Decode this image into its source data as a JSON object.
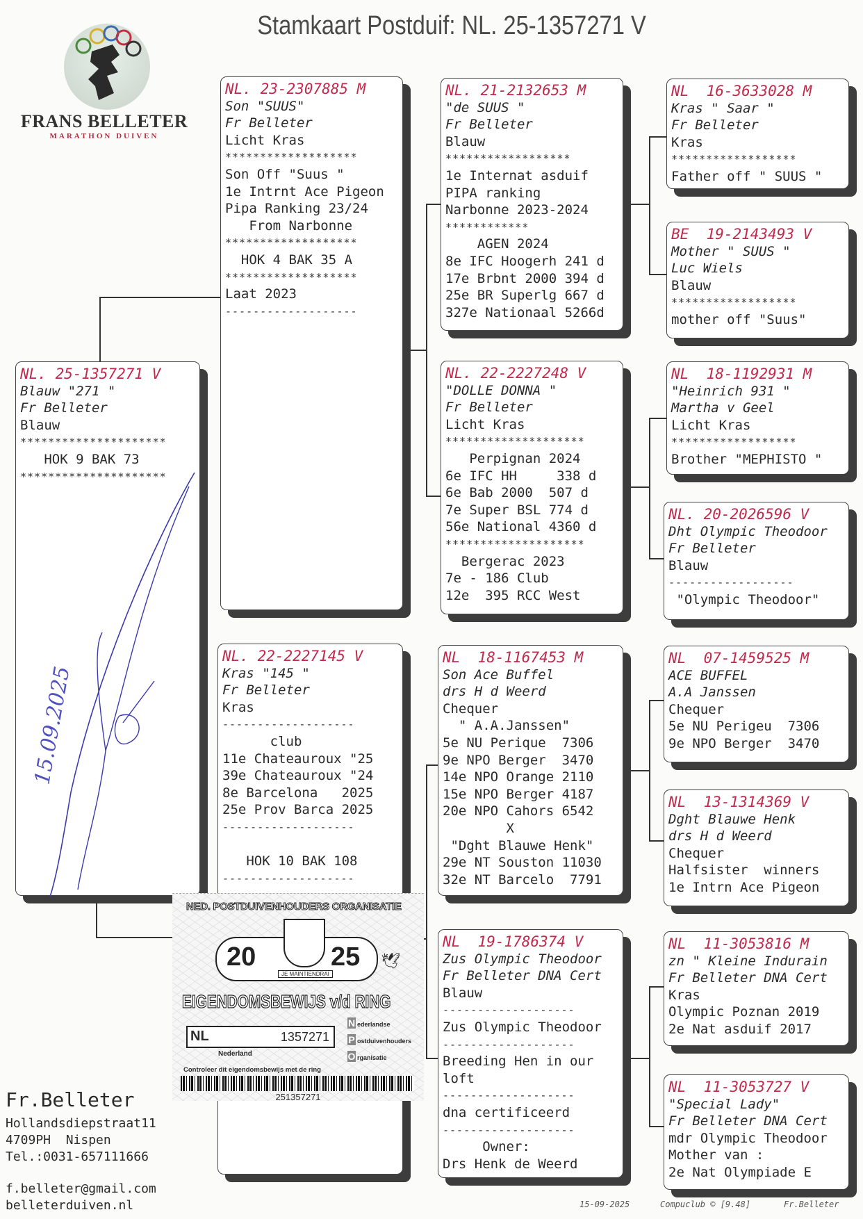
{
  "title": "Stamkaart Postduif: NL. 25-1357271 V",
  "logo": {
    "brand": "FRANS BELLETER",
    "sub": "MARATHON DUIVEN"
  },
  "cards": [
    {
      "role": "subject",
      "lines": [
        [
          "id",
          "NL. 25-1357271 V"
        ],
        [
          "it",
          "Blauw \"271 \""
        ],
        [
          "it",
          "Fr Belleter"
        ],
        [
          "n",
          "Blauw"
        ],
        [
          "sep",
          "*********************"
        ],
        [
          "n",
          "   HOK 9 BAK 73"
        ],
        [
          "sep",
          "*********************"
        ]
      ]
    },
    {
      "role": "sire",
      "lines": [
        [
          "id",
          "NL. 23-2307885 M"
        ],
        [
          "it",
          "Son \"SUUS\""
        ],
        [
          "it",
          "Fr Belleter"
        ],
        [
          "n",
          "Licht Kras"
        ],
        [
          "sep",
          "*******************"
        ],
        [
          "n",
          "Son Off \"Suus \""
        ],
        [
          "n",
          "1e Intrnt Ace Pigeon"
        ],
        [
          "n",
          "Pipa Ranking 23/24"
        ],
        [
          "n",
          "   From Narbonne"
        ],
        [
          "sep",
          "*******************"
        ],
        [
          "n",
          "  HOK 4 BAK 35 A"
        ],
        [
          "sep",
          "*******************"
        ],
        [
          "n",
          "Laat 2023"
        ],
        [
          "sep",
          "-------------------"
        ]
      ]
    },
    {
      "role": "dam",
      "lines": [
        [
          "id",
          "NL. 22-2227145 V"
        ],
        [
          "it",
          "Kras \"145 \""
        ],
        [
          "it",
          "Fr Belleter"
        ],
        [
          "n",
          "Kras"
        ],
        [
          "sep",
          "-------------------"
        ],
        [
          "n",
          "      club"
        ],
        [
          "n",
          "11e Chateauroux \"25"
        ],
        [
          "n",
          "39e Chateauroux \"24"
        ],
        [
          "n",
          "8e Barcelona   2025"
        ],
        [
          "n",
          "25e Prov Barca 2025"
        ],
        [
          "sep",
          "-------------------"
        ],
        [
          "n",
          ""
        ],
        [
          "n",
          "   HOK 10 BAK 108"
        ],
        [
          "sep",
          "-------------------"
        ]
      ]
    },
    {
      "role": "sire-sire",
      "lines": [
        [
          "id",
          "NL. 21-2132653 M"
        ],
        [
          "it",
          "\"de SUUS \""
        ],
        [
          "it",
          "Fr Belleter"
        ],
        [
          "n",
          "Blauw"
        ],
        [
          "sep",
          "******************"
        ],
        [
          "n",
          "1e Internat asduif"
        ],
        [
          "n",
          "PIPA ranking"
        ],
        [
          "n",
          "Narbonne 2023-2024"
        ],
        [
          "sep",
          "************"
        ],
        [
          "n",
          "    AGEN 2024"
        ],
        [
          "n",
          "8e IFC Hoogerh 241 d"
        ],
        [
          "n",
          "17e Brbnt 2000 394 d"
        ],
        [
          "n",
          "25e BR Superlg 667 d"
        ],
        [
          "n",
          "327e Nationaal 5266d"
        ]
      ]
    },
    {
      "role": "sire-dam",
      "lines": [
        [
          "id",
          "NL. 22-2227248 V"
        ],
        [
          "it",
          "\"DOLLE DONNA \""
        ],
        [
          "it",
          "Fr Belleter"
        ],
        [
          "n",
          "Licht Kras"
        ],
        [
          "sep",
          "********************"
        ],
        [
          "n",
          "   Perpignan 2024"
        ],
        [
          "n",
          "6e IFC HH     338 d"
        ],
        [
          "n",
          "6e Bab 2000  507 d"
        ],
        [
          "n",
          "7e Super BSL 774 d"
        ],
        [
          "n",
          "56e National 4360 d"
        ],
        [
          "sep",
          "********************"
        ],
        [
          "n",
          "  Bergerac 2023"
        ],
        [
          "n",
          "7e - 186 Club"
        ],
        [
          "n",
          "12e  395 RCC West"
        ]
      ]
    },
    {
      "role": "dam-sire",
      "lines": [
        [
          "id",
          "NL  18-1167453 M"
        ],
        [
          "it",
          "Son Ace Buffel"
        ],
        [
          "it",
          "drs H d Weerd"
        ],
        [
          "n",
          "Chequer"
        ],
        [
          "n",
          "  \" A.A.Janssen\""
        ],
        [
          "n",
          "5e NU Perique  7306"
        ],
        [
          "n",
          "9e NPO Berger  3470"
        ],
        [
          "n",
          "14e NPO Orange 2110"
        ],
        [
          "n",
          "15e NPO Berger 4187"
        ],
        [
          "n",
          "20e NPO Cahors 6542"
        ],
        [
          "n",
          "        X"
        ],
        [
          "n",
          " \"Dght Blauwe Henk\""
        ],
        [
          "n",
          "29e NT Souston 11030"
        ],
        [
          "n",
          "32e NT Barcelo  7791"
        ]
      ]
    },
    {
      "role": "dam-dam",
      "lines": [
        [
          "id",
          "NL  19-1786374 V"
        ],
        [
          "it",
          "Zus Olympic Theodoor"
        ],
        [
          "it",
          "Fr Belleter DNA Cert"
        ],
        [
          "n",
          "Blauw"
        ],
        [
          "sep",
          "-------------------"
        ],
        [
          "n",
          "Zus Olympic Theodoor"
        ],
        [
          "sep",
          "-------------------"
        ],
        [
          "n",
          "Breeding Hen in our"
        ],
        [
          "n",
          "loft"
        ],
        [
          "sep",
          "-------------------"
        ],
        [
          "n",
          "dna certificeerd"
        ],
        [
          "sep",
          "-------------------"
        ],
        [
          "n",
          "     Owner:"
        ],
        [
          "n",
          "Drs Henk de Weerd"
        ]
      ]
    },
    {
      "role": "g3-1",
      "lines": [
        [
          "id",
          "NL  16-3633028 M"
        ],
        [
          "it",
          "Kras \" Saar \""
        ],
        [
          "it",
          "Fr Belleter"
        ],
        [
          "n",
          "Kras"
        ],
        [
          "sep",
          "******************"
        ],
        [
          "n",
          "Father off \" SUUS \""
        ]
      ]
    },
    {
      "role": "g3-2",
      "lines": [
        [
          "id",
          "BE  19-2143493 V"
        ],
        [
          "it",
          "Mother \" SUUS \""
        ],
        [
          "it",
          "Luc Wiels"
        ],
        [
          "n",
          "Blauw"
        ],
        [
          "sep",
          "******************"
        ],
        [
          "n",
          "mother off \"Suus\""
        ]
      ]
    },
    {
      "role": "g3-3",
      "lines": [
        [
          "id",
          "NL  18-1192931 M"
        ],
        [
          "it",
          "\"Heinrich 931 \""
        ],
        [
          "it",
          "Martha v Geel"
        ],
        [
          "n",
          "Licht Kras"
        ],
        [
          "sep",
          "******************"
        ],
        [
          "n",
          "Brother \"MEPHISTO \""
        ]
      ]
    },
    {
      "role": "g3-4",
      "lines": [
        [
          "id",
          "NL. 20-2026596 V"
        ],
        [
          "it",
          "Dht Olympic Theodoor"
        ],
        [
          "it",
          "Fr Belleter"
        ],
        [
          "n",
          "Blauw"
        ],
        [
          "sep",
          "------------------"
        ],
        [
          "n",
          " \"Olympic Theodoor\""
        ]
      ]
    },
    {
      "role": "g3-5",
      "lines": [
        [
          "id",
          "NL  07-1459525 M"
        ],
        [
          "it",
          "ACE BUFFEL"
        ],
        [
          "it",
          "A.A Janssen"
        ],
        [
          "n",
          "Chequer"
        ],
        [
          "n",
          "5e NU Perigeu  7306"
        ],
        [
          "n",
          "9e NPO Berger  3470"
        ]
      ]
    },
    {
      "role": "g3-6",
      "lines": [
        [
          "id",
          "NL  13-1314369 V"
        ],
        [
          "it",
          "Dght Blauwe Henk"
        ],
        [
          "it",
          "drs H d Weerd"
        ],
        [
          "n",
          "Chequer"
        ],
        [
          "n",
          "Halfsister  winners"
        ],
        [
          "n",
          "1e Intrn Ace Pigeon"
        ]
      ]
    },
    {
      "role": "g3-7",
      "lines": [
        [
          "id",
          "NL  11-3053816 M"
        ],
        [
          "it",
          "zn \" Kleine Indurain"
        ],
        [
          "it",
          "Fr Belleter DNA Cert"
        ],
        [
          "n",
          "Kras"
        ],
        [
          "n",
          "Olympic Poznan 2019"
        ],
        [
          "n",
          "2e Nat asduif 2017"
        ]
      ]
    },
    {
      "role": "g3-8",
      "lines": [
        [
          "id",
          "NL  11-3053727 V"
        ],
        [
          "it",
          "\"Special Lady\""
        ],
        [
          "it",
          "Fr Belleter DNA Cert"
        ],
        [
          "n",
          "mdr Olympic Theodoor"
        ],
        [
          "n",
          "Mother van :"
        ],
        [
          "n",
          "2e Nat Olympiade E"
        ]
      ]
    }
  ],
  "ring_card": {
    "header": "NED. POSTDUIVENHOUDERS ORGANISATIE",
    "year_left": "20",
    "year_right": "25",
    "motto": "JE MAINTIENDRAI",
    "title": "EIGENDOMSBEWIJS v/d RING",
    "country": "NL",
    "ring_number": "1357271",
    "nederland": "Nederland",
    "npo": [
      {
        "letter": "N",
        "rest": "ederlandse"
      },
      {
        "letter": "P",
        "rest": "ostduivenhouders"
      },
      {
        "letter": "O",
        "rest": "rganisatie"
      }
    ],
    "control": "Controleer dit eigendomsbewijs met de ring",
    "barcode": "251357271"
  },
  "signature": {
    "date": "15.09.2025"
  },
  "owner": {
    "name": "Fr.Belleter",
    "street": "Hollandsdiepstraat11",
    "city": "4709PH  Nispen",
    "phone": "Tel.:0031-657111666",
    "email": "f.belleter@gmail.com",
    "website": "belleterduiven.nl"
  },
  "footer": {
    "date": "15-09-2025",
    "software": "Compuclub © [9.48]",
    "user": "Fr.Belleter"
  },
  "colors": {
    "ring_id": "#c02a4c",
    "signature": "#3a3ab0"
  }
}
